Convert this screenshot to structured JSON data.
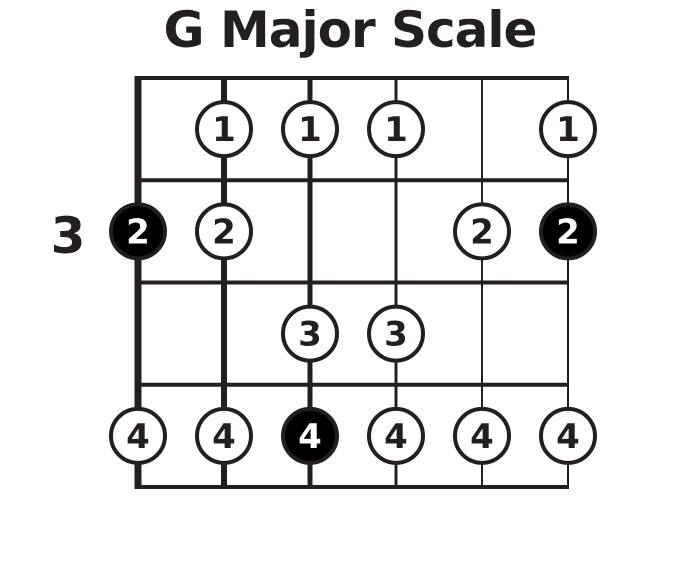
{
  "title": "G Major Scale",
  "fret_marker": "3",
  "colors": {
    "line": "#231f20",
    "root_fill": "#000000",
    "note_fill": "#ffffff",
    "root_text": "#ffffff",
    "note_text": "#231f20"
  },
  "strings": 6,
  "frets": 4,
  "notes": [
    {
      "string": 2,
      "fret": 1,
      "finger": "1",
      "root": false
    },
    {
      "string": 3,
      "fret": 1,
      "finger": "1",
      "root": false
    },
    {
      "string": 4,
      "fret": 1,
      "finger": "1",
      "root": false
    },
    {
      "string": 6,
      "fret": 1,
      "finger": "1",
      "root": false
    },
    {
      "string": 1,
      "fret": 2,
      "finger": "2",
      "root": true
    },
    {
      "string": 2,
      "fret": 2,
      "finger": "2",
      "root": false
    },
    {
      "string": 5,
      "fret": 2,
      "finger": "2",
      "root": false
    },
    {
      "string": 6,
      "fret": 2,
      "finger": "2",
      "root": true
    },
    {
      "string": 3,
      "fret": 3,
      "finger": "3",
      "root": false
    },
    {
      "string": 4,
      "fret": 3,
      "finger": "3",
      "root": false
    },
    {
      "string": 1,
      "fret": 4,
      "finger": "4",
      "root": false
    },
    {
      "string": 2,
      "fret": 4,
      "finger": "4",
      "root": false
    },
    {
      "string": 3,
      "fret": 4,
      "finger": "4",
      "root": true
    },
    {
      "string": 4,
      "fret": 4,
      "finger": "4",
      "root": false
    },
    {
      "string": 5,
      "fret": 4,
      "finger": "4",
      "root": false
    },
    {
      "string": 6,
      "fret": 4,
      "finger": "4",
      "root": false
    }
  ]
}
